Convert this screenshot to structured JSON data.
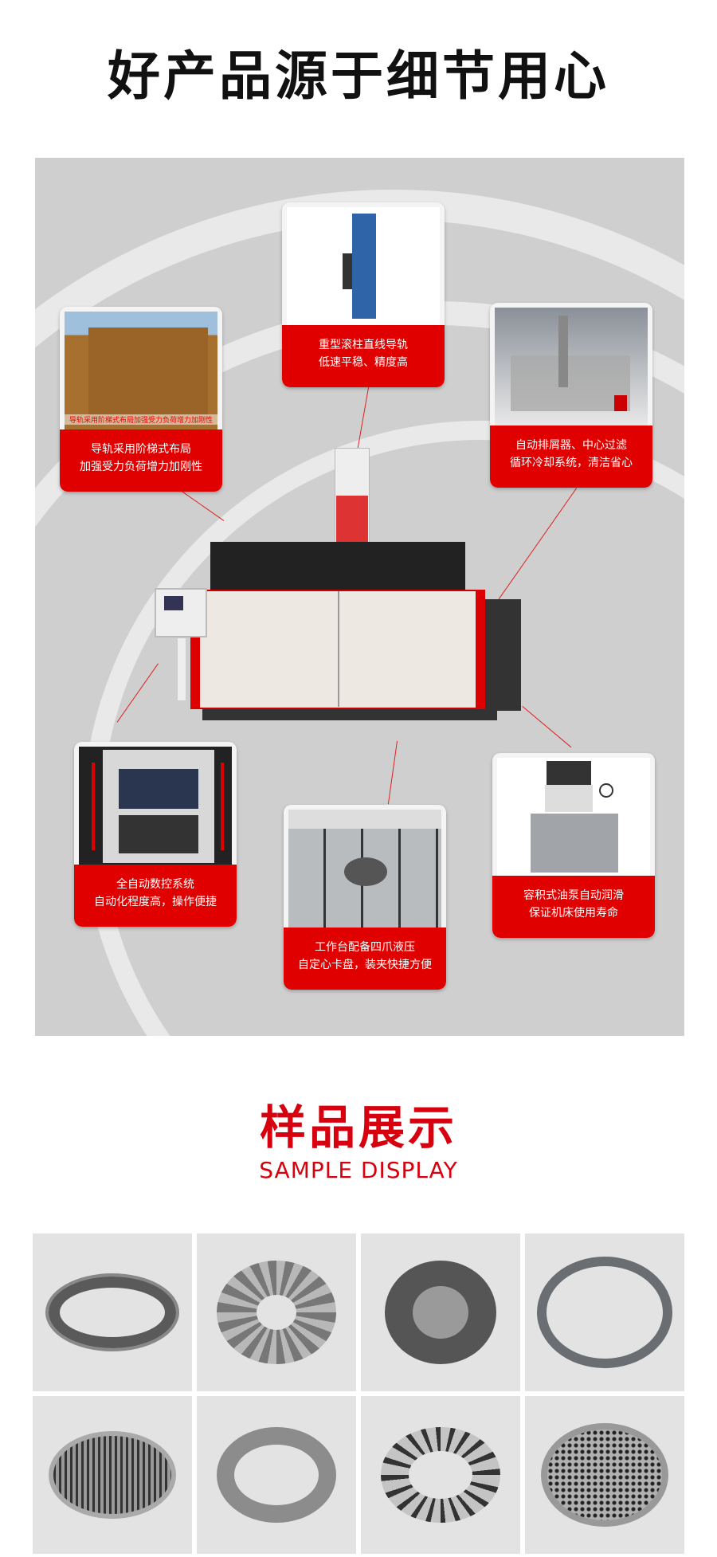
{
  "header": {
    "title": "好产品源于细节用心"
  },
  "features": [
    {
      "id": "linear-guide",
      "caption_line1": "重型滚柱直线导轨",
      "caption_line2": "低速平稳、精度高"
    },
    {
      "id": "guide-rail-layout",
      "caption_line1": "导轨采用阶梯式布局",
      "caption_line2": "加强受力负荷增力加刚性",
      "image_label": "导轨采用阶梯式布局加强受力负荷增力加刚性"
    },
    {
      "id": "chip-conveyor",
      "caption_line1": "自动排屑器、中心过滤",
      "caption_line2": "循环冷却系统，清洁省心"
    },
    {
      "id": "cnc-system",
      "caption_line1": "全自动数控系统",
      "caption_line2": "自动化程度高，操作便捷"
    },
    {
      "id": "worktable",
      "caption_line1": "工作台配备四爪液压",
      "caption_line2": "自定心卡盘，装夹快捷方便"
    },
    {
      "id": "oil-pump",
      "caption_line1": "容积式油泵自动润滑",
      "caption_line2": "保证机床使用寿命"
    }
  ],
  "samples": {
    "title": "样品展示",
    "subtitle": "SAMPLE DISPLAY",
    "count": 8
  },
  "colors": {
    "accent": "#e00000",
    "heading_red": "#d7000f",
    "panel_bg": "#cfcfcf"
  }
}
